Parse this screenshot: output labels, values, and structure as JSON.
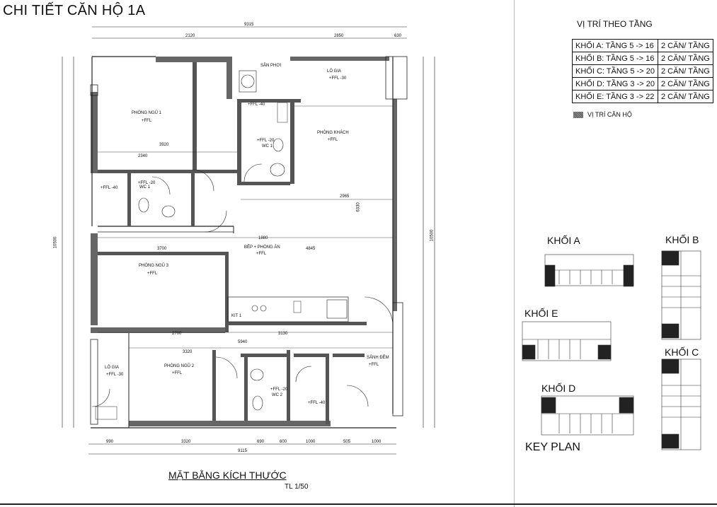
{
  "title": "CHI TIẾT CĂN HỘ 1A",
  "floor_heading": "VỊ TRÍ THEO TẦNG",
  "floor_rows": [
    {
      "block": "KHỐI A: TẦNG 5 -> 16",
      "units": "2 CĂN/ TẦNG"
    },
    {
      "block": "KHỐI B: TẦNG 5 -> 16",
      "units": "2 CĂN/ TẦNG"
    },
    {
      "block": "KHỐI C: TẦNG 5 -> 20",
      "units": "2 CĂN/ TẦNG"
    },
    {
      "block": "KHỐI D: TẦNG 3 -> 20",
      "units": "2 CĂN/ TẦNG"
    },
    {
      "block": "KHỐI E: TẦNG 3 -> 22",
      "units": "2 CĂN/ TẦNG"
    }
  ],
  "legend_text": "VỊ TRÍ CĂN HỘ",
  "blocks": {
    "a": "KHỐI A",
    "b": "KHỐI B",
    "c": "KHỐI C",
    "d": "KHỐI D",
    "e": "KHỐI E"
  },
  "key_plan": "KEY PLAN",
  "footer_title": "MẶT BẰNG KÍCH THƯỚC",
  "scale": "TL 1/50",
  "rooms": {
    "bed1": "PHÒNG NGỦ 1",
    "bed2": "PHÒNG NGỦ 2",
    "bed3": "PHÒNG NGỦ 3",
    "living": "PHÒNG KHÁCH",
    "kitchen": "BẾP + PHÒNG ĂN",
    "laundry": "SÂN PHƠI",
    "loggia_top": "LÔ GIA",
    "loggia_left": "LÔ GIA",
    "wc1a": "WC 1",
    "wc1b": "WC 1",
    "wc2": "WC 2",
    "hall": "SẢNH ĐÊM",
    "kit": "KIT 1",
    "ffl": "+FFL",
    "ffl_30": "+FFL -30",
    "ffl_40": "+FFL -40",
    "ffl_20": "+FFL -20"
  },
  "dims": {
    "top_total": "9315",
    "top_a": "2120",
    "top_b": "2850",
    "top_c": "630",
    "bottom_total": "9115",
    "left_total": "10500",
    "right_total": "10500",
    "right_mid": "6330",
    "r1": "3920",
    "r2": "2340",
    "r3": "3700",
    "r4": "4845",
    "r5": "5940",
    "r6": "3320",
    "r7": "2965",
    "r8": "1880",
    "r9": "2700",
    "r10": "3130",
    "b1": "990",
    "b2": "3320",
    "b3": "690",
    "b4": "600",
    "b5": "1000",
    "b6": "505",
    "b7": "1000"
  }
}
